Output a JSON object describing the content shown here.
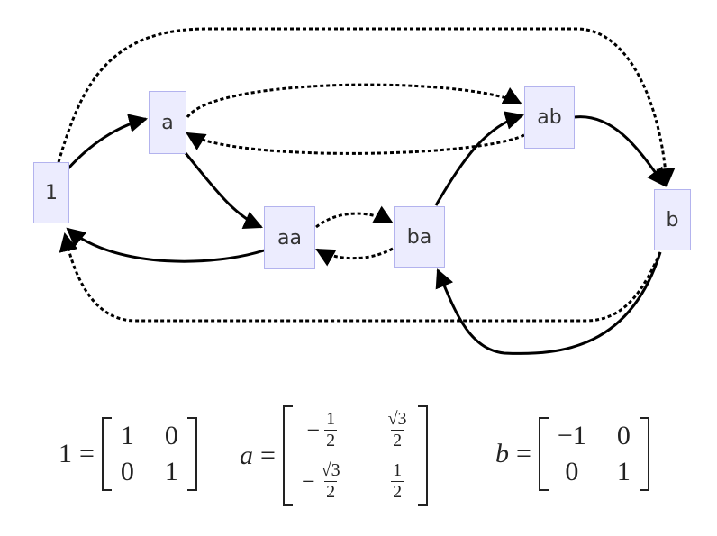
{
  "nodes": {
    "one": "1",
    "a": "a",
    "aa": "aa",
    "ba": "ba",
    "ab": "ab",
    "b": "b"
  },
  "equations": {
    "one": {
      "lhs": "1",
      "eq": "=",
      "cells": [
        "1",
        "0",
        "0",
        "1"
      ]
    },
    "a": {
      "lhs": "a",
      "eq": "=",
      "cells": [
        {
          "sign": "−",
          "num": "1",
          "den": "2"
        },
        {
          "sign": "",
          "num": "√3",
          "den": "2"
        },
        {
          "sign": "−",
          "num": "√3",
          "den": "2"
        },
        {
          "sign": "",
          "num": "1",
          "den": "2"
        }
      ]
    },
    "b": {
      "lhs": "b",
      "eq": "=",
      "cells": [
        "−1",
        "0",
        "0",
        "1"
      ]
    }
  },
  "colors": {
    "node_fill": "#ececfe",
    "node_border": "#b3b3ee",
    "edge": "#000000"
  }
}
